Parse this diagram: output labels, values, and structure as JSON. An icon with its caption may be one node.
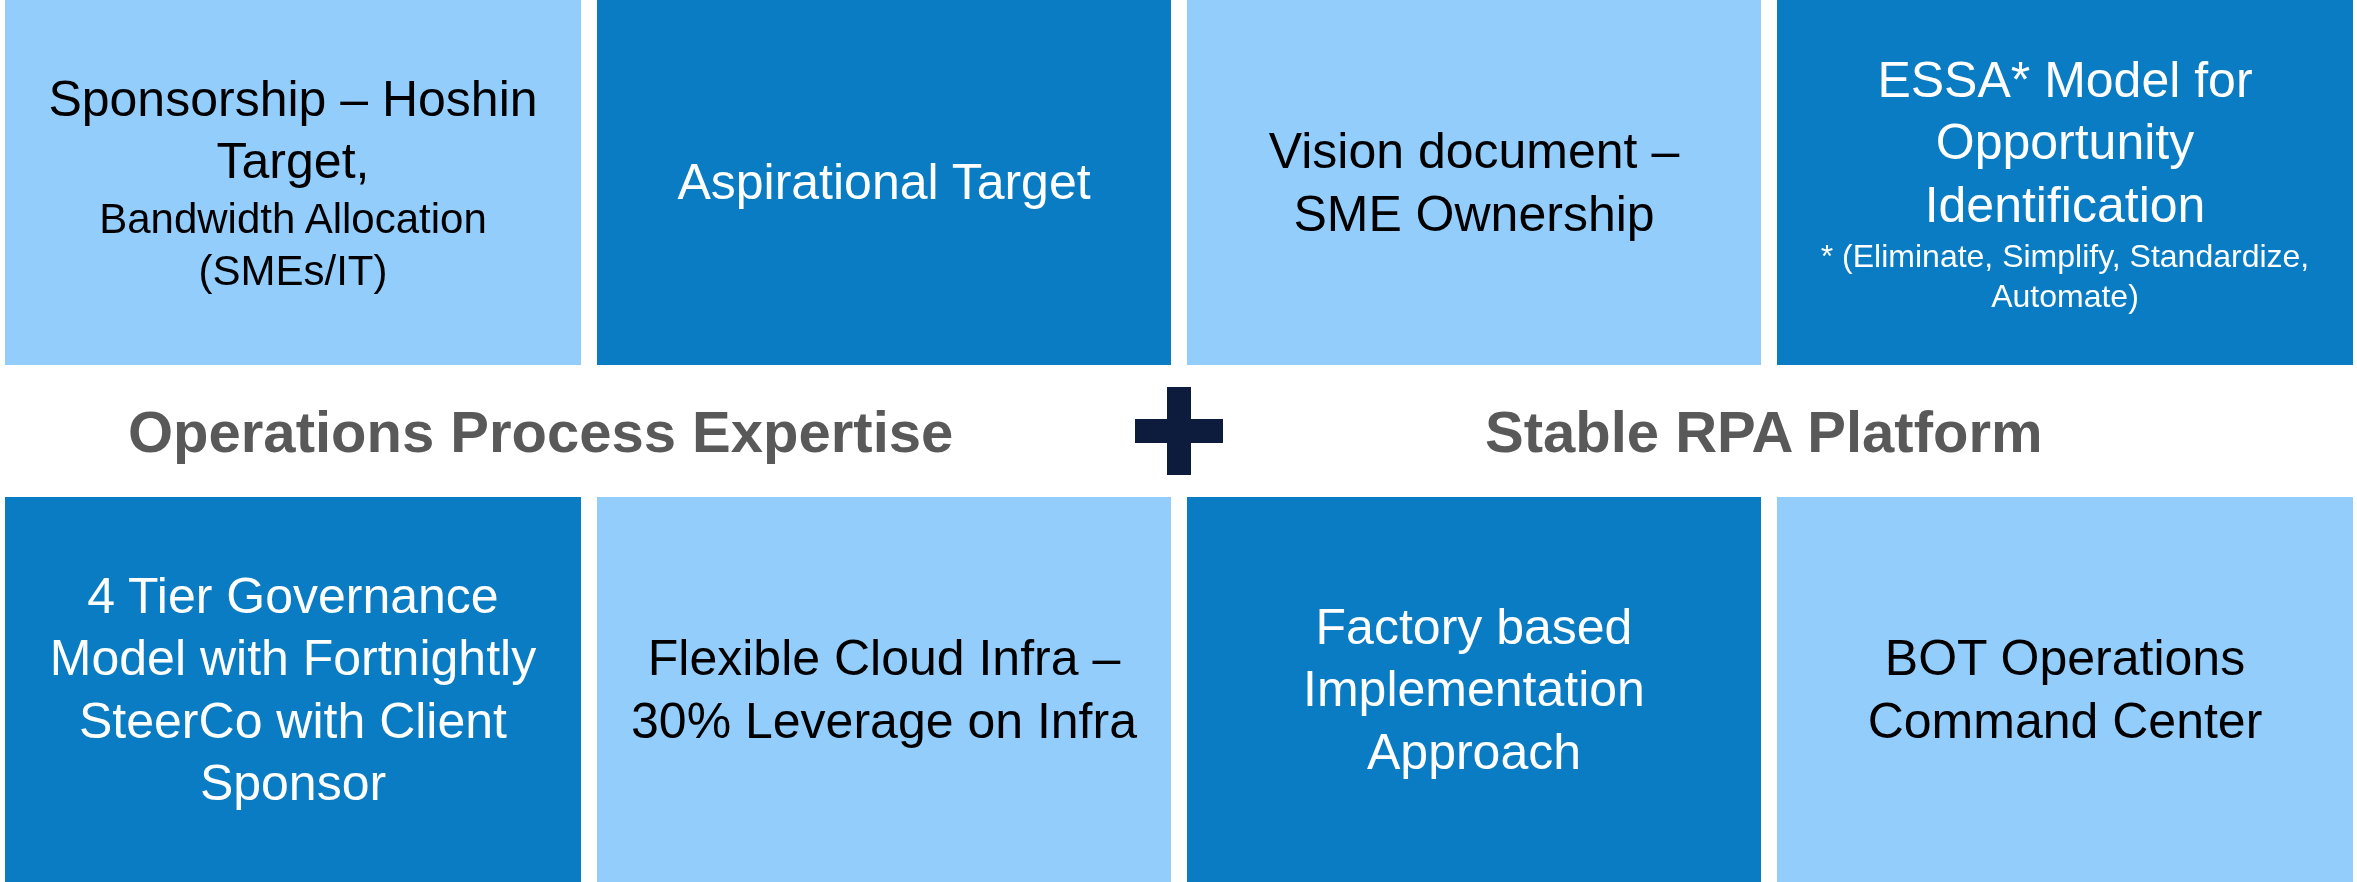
{
  "diagram": {
    "nodes": [
      {
        "text": [
          "Sponsorship – Hoshin Target,",
          "Bandwidth Allocation (SMEs/IT)"
        ]
      },
      {
        "text": [
          "Aspirational Target"
        ]
      },
      {
        "text": [
          "Vision document – SME Ownership"
        ]
      },
      {
        "text": [
          "ESSA* Model for Opportunity Identification",
          "* (Eliminate, Simplify, Standardize, Automate)"
        ]
      },
      {
        "text": [
          "4 Tier Governance Model with Fortnightly SteerCo with Client Sponsor"
        ]
      },
      {
        "text": [
          "Flexible Cloud Infra – 30% Leverage on Infra"
        ]
      },
      {
        "text": [
          "Factory based Implementation Approach"
        ]
      },
      {
        "text": [
          "BOT Operations Command Center"
        ]
      }
    ],
    "edges": [],
    "labels": [
      "Operations Process Expertise",
      "Stable RPA Platform"
    ]
  }
}
